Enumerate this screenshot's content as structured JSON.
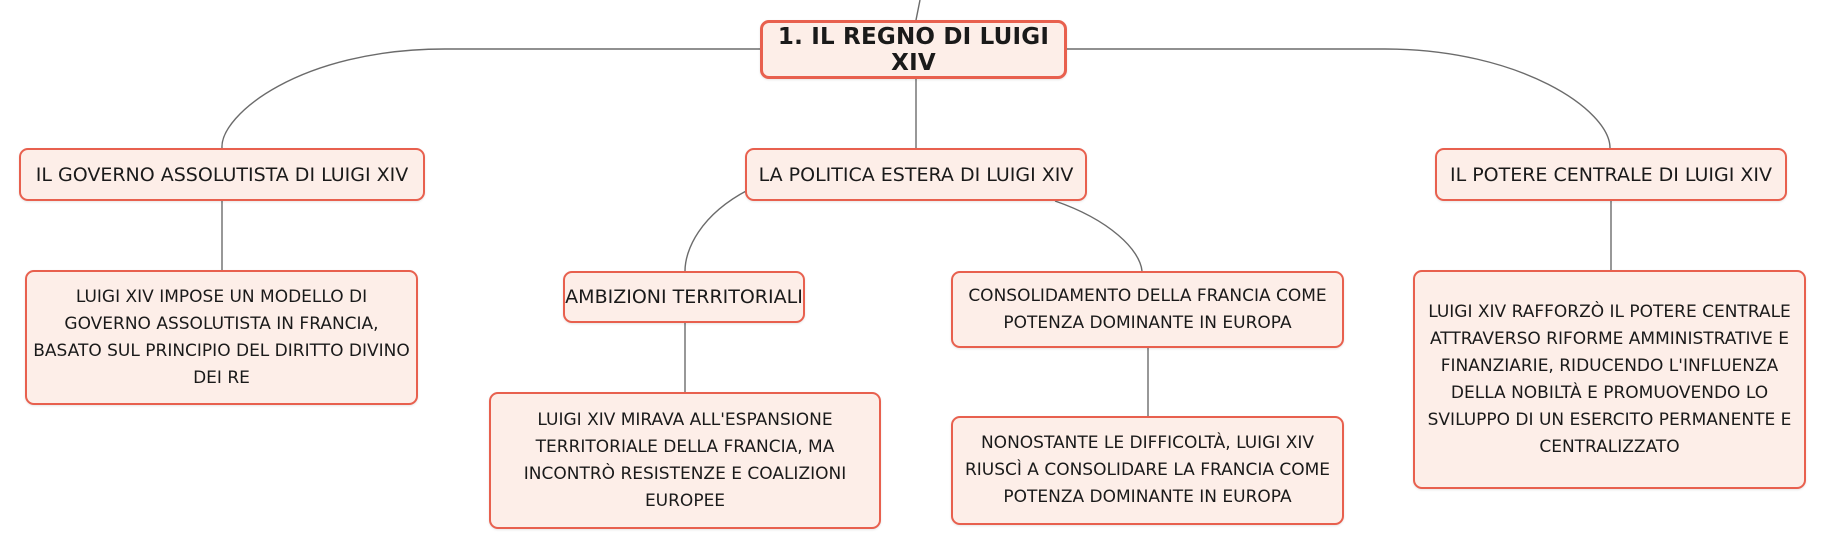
{
  "root": {
    "label": "1. IL REGNO DI LUIGI XIV"
  },
  "branches": {
    "governo": {
      "label": "IL GOVERNO ASSOLUTISTA DI LUIGI XIV"
    },
    "politica_estera": {
      "label": "LA POLITICA ESTERA DI LUIGI XIV"
    },
    "potere_centrale": {
      "label": "IL POTERE CENTRALE DI LUIGI XIV"
    }
  },
  "subtopics": {
    "ambizioni": {
      "label": "AMBIZIONI TERRITORIALI"
    },
    "consolidamento": {
      "label": "CONSOLIDAMENTO DELLA FRANCIA COME POTENZA DOMINANTE IN EUROPA"
    }
  },
  "details": {
    "governo": {
      "text": "LUIGI XIV IMPOSE UN MODELLO DI GOVERNO ASSOLUTISTA IN FRANCIA, BASATO SUL PRINCIPIO DEL DIRITTO DIVINO DEI RE"
    },
    "ambizioni": {
      "text": "LUIGI XIV MIRAVA ALL'ESPANSIONE TERRITORIALE DELLA FRANCIA, MA INCONTRÒ RESISTENZE E COALIZIONI EUROPEE"
    },
    "consolidamento": {
      "text": "NONOSTANTE LE DIFFICOLTÀ, LUIGI XIV RIUSCÌ A CONSOLIDARE LA FRANCIA COME POTENZA DOMINANTE IN EUROPA"
    },
    "potere_centrale": {
      "text": "LUIGI XIV RAFFORZÒ IL POTERE CENTRALE ATTRAVERSO RIFORME AMMINISTRATIVE E FINANZIARIE, RIDUCENDO L'INFLUENZA DELLA NOBILTÀ E PROMUOVENDO LO SVILUPPO DI UN ESERCITO PERMANENTE E CENTRALIZZATO"
    }
  },
  "colors": {
    "node_fill": "#fdeee8",
    "node_border": "#e8604e",
    "connector": "#6b6b6b",
    "text": "#1a1a1a"
  }
}
